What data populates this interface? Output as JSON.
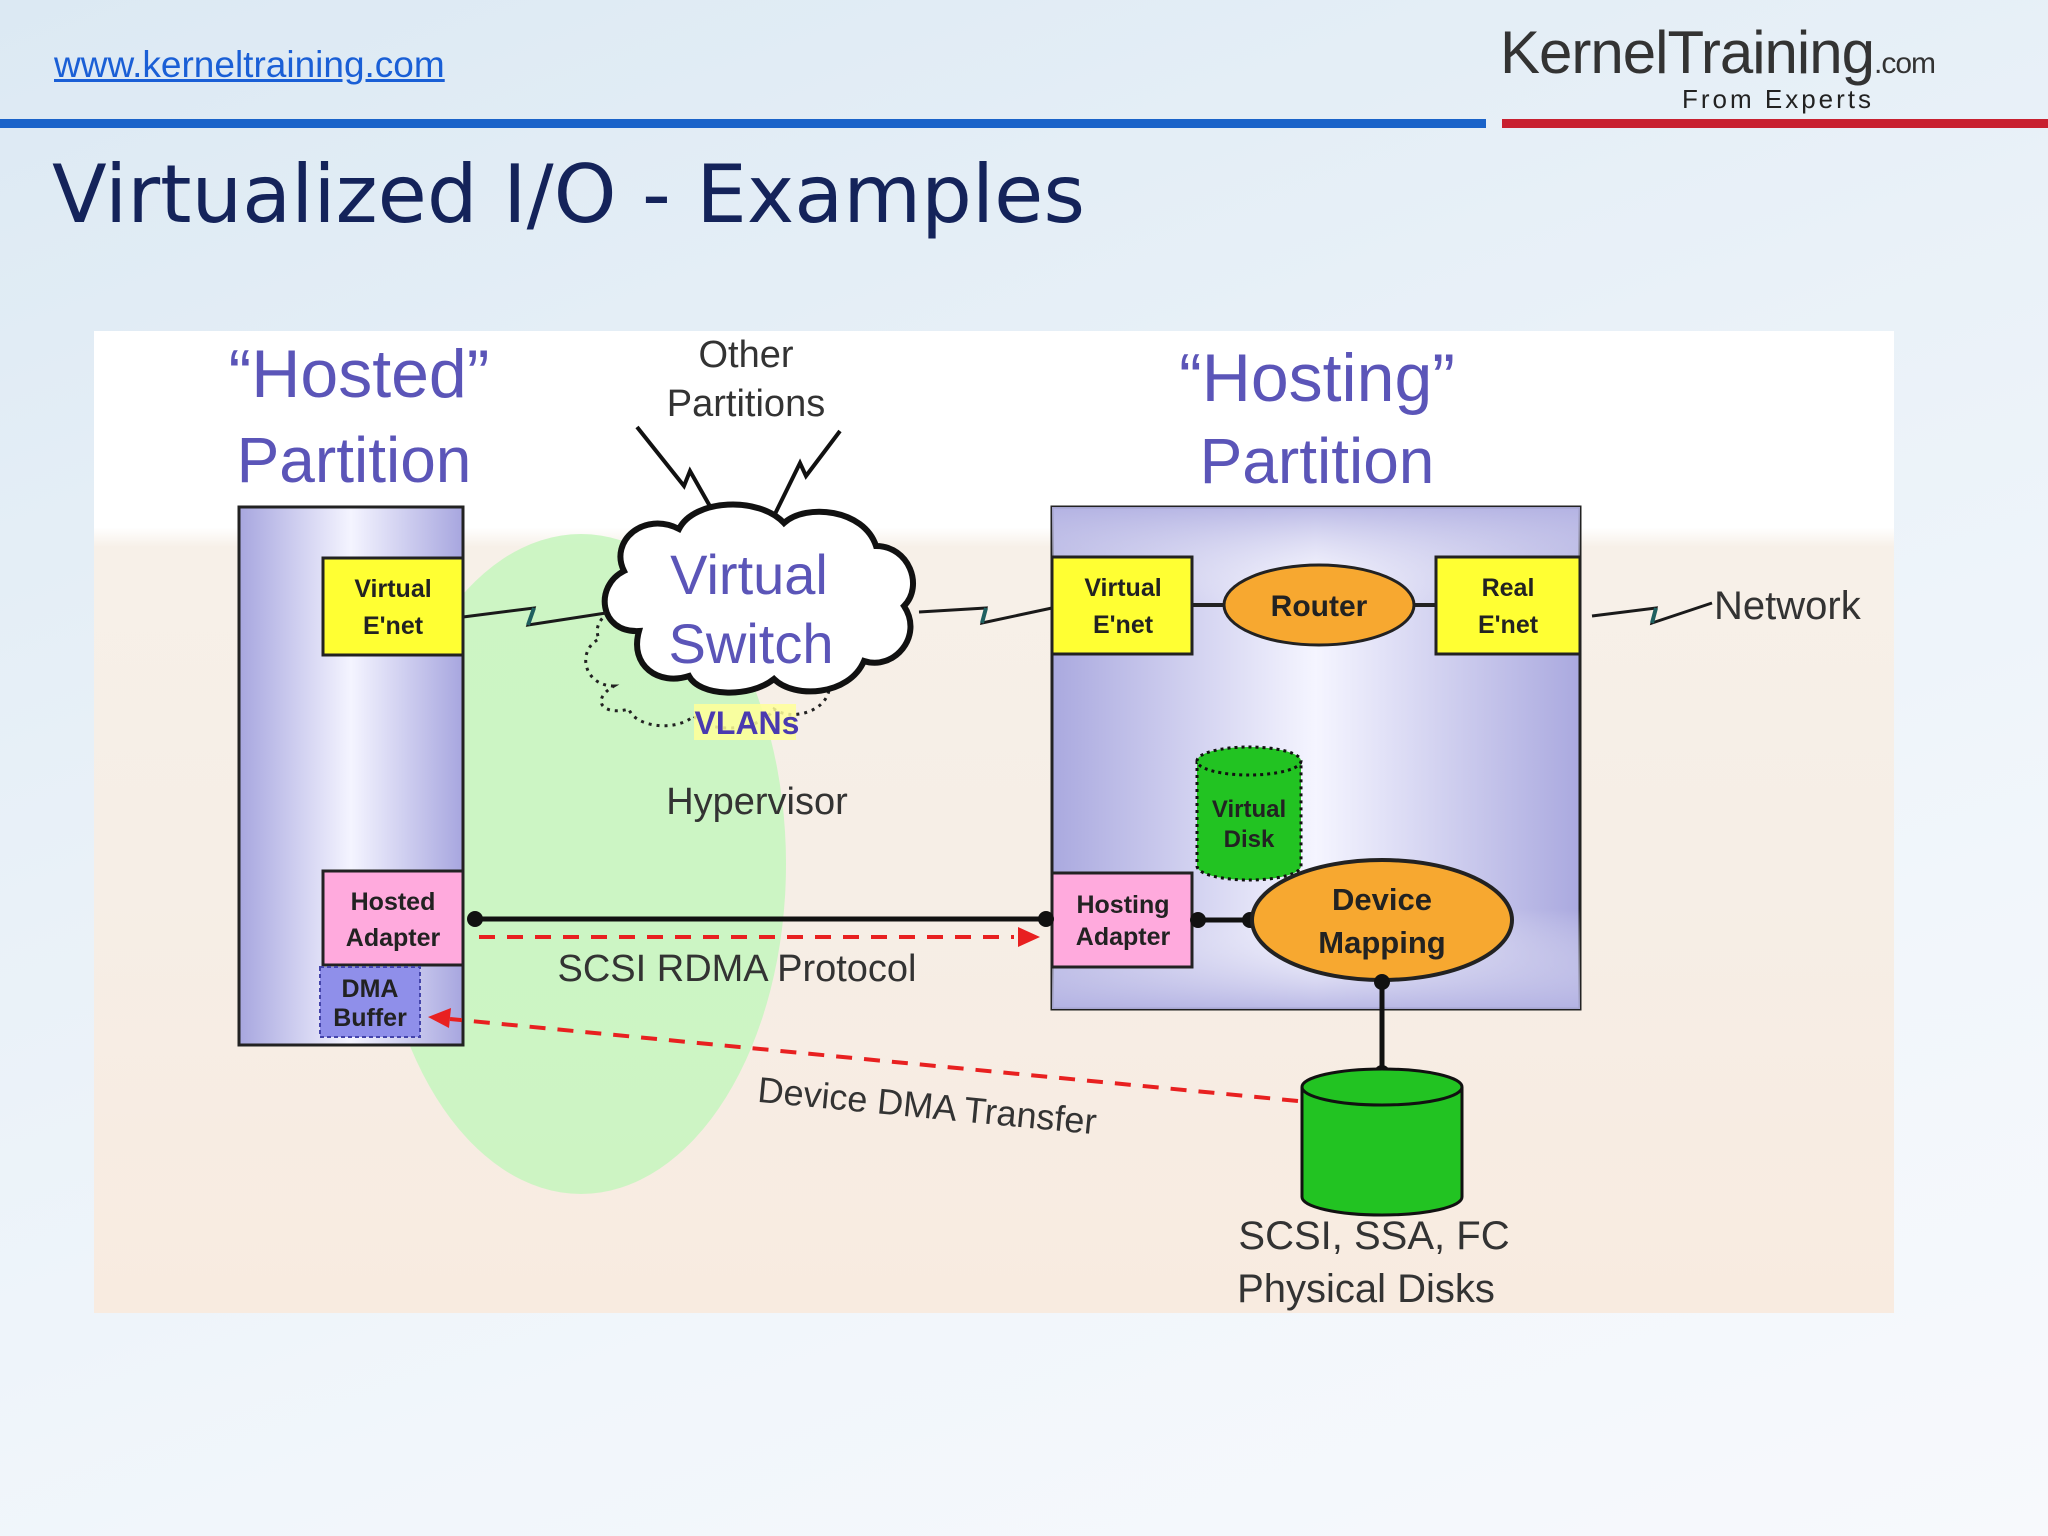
{
  "header": {
    "site_link": "www.kerneltraining.com",
    "logo_main": "KernelTraining",
    "logo_com": ".com",
    "logo_sub": "From Experts"
  },
  "slide": {
    "title": "Virtualized I/O - Examples"
  },
  "diagram": {
    "hosted_title_1": "“Hosted”",
    "hosted_title_2": "Partition",
    "other_partitions_1": "Other",
    "other_partitions_2": "Partitions",
    "hosting_title_1": "“Hosting”",
    "hosting_title_2": "Partition",
    "virtual_switch_1": "Virtual",
    "virtual_switch_2": "Switch",
    "vlans": "VLANs",
    "hypervisor": "Hypervisor",
    "hosted_vnet_1": "Virtual",
    "hosted_vnet_2": "E'net",
    "hosting_vnet_1": "Virtual",
    "hosting_vnet_2": "E'net",
    "router": "Router",
    "real_enet_1": "Real",
    "real_enet_2": "E'net",
    "network": "Network",
    "virtual_disk_1": "Virtual",
    "virtual_disk_2": "Disk",
    "hosted_adapter_1": "Hosted",
    "hosted_adapter_2": "Adapter",
    "hosting_adapter_1": "Hosting",
    "hosting_adapter_2": "Adapter",
    "device_mapping_1": "Device",
    "device_mapping_2": "Mapping",
    "dma_buffer_1": "DMA",
    "dma_buffer_2": "Buffer",
    "scsi_rdma": "SCSI RDMA Protocol",
    "device_dma": "Device DMA Transfer",
    "physical_disks_1": "SCSI, SSA, FC",
    "physical_disks_2": "Physical Disks"
  },
  "colors": {
    "title": "#14235a",
    "link": "#1a5fd6",
    "rule_blue": "#1a63c9",
    "rule_red": "#c82030",
    "partition_label": "#5b55b8",
    "yellow_box": "#ffff33",
    "pink_box": "#ffaadd",
    "orange": "#f7a830",
    "green": "#22c322",
    "dashed_red": "#e82020",
    "hypervisor_green": "#c8f5c0"
  }
}
